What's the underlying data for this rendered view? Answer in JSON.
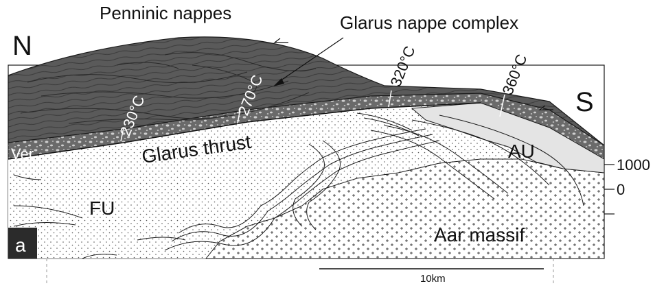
{
  "labels": {
    "north": "N",
    "south": "S",
    "penninic": "Penninic nappes",
    "glarus_complex": "Glarus nappe complex",
    "glarus_thrust": "Glarus thrust",
    "ver": "Ver",
    "fu": "FU",
    "au": "AU",
    "aar": "Aar massif",
    "panel": "a"
  },
  "isotherms": [
    "230°C",
    "270°C",
    "320°C",
    "360°C"
  ],
  "elevation_ticks": [
    "1000",
    "0"
  ],
  "scale_bar": {
    "label": "10km"
  },
  "colors": {
    "nappe_dark": "#555555",
    "nappe_stripe": "#3a3a3a",
    "conglomerate": "#6a6a6a",
    "pebble": "#cfcfcf",
    "au_light": "#e4e4e4",
    "outline": "#1a1a1a",
    "panel_box": "#2b2b2b"
  }
}
